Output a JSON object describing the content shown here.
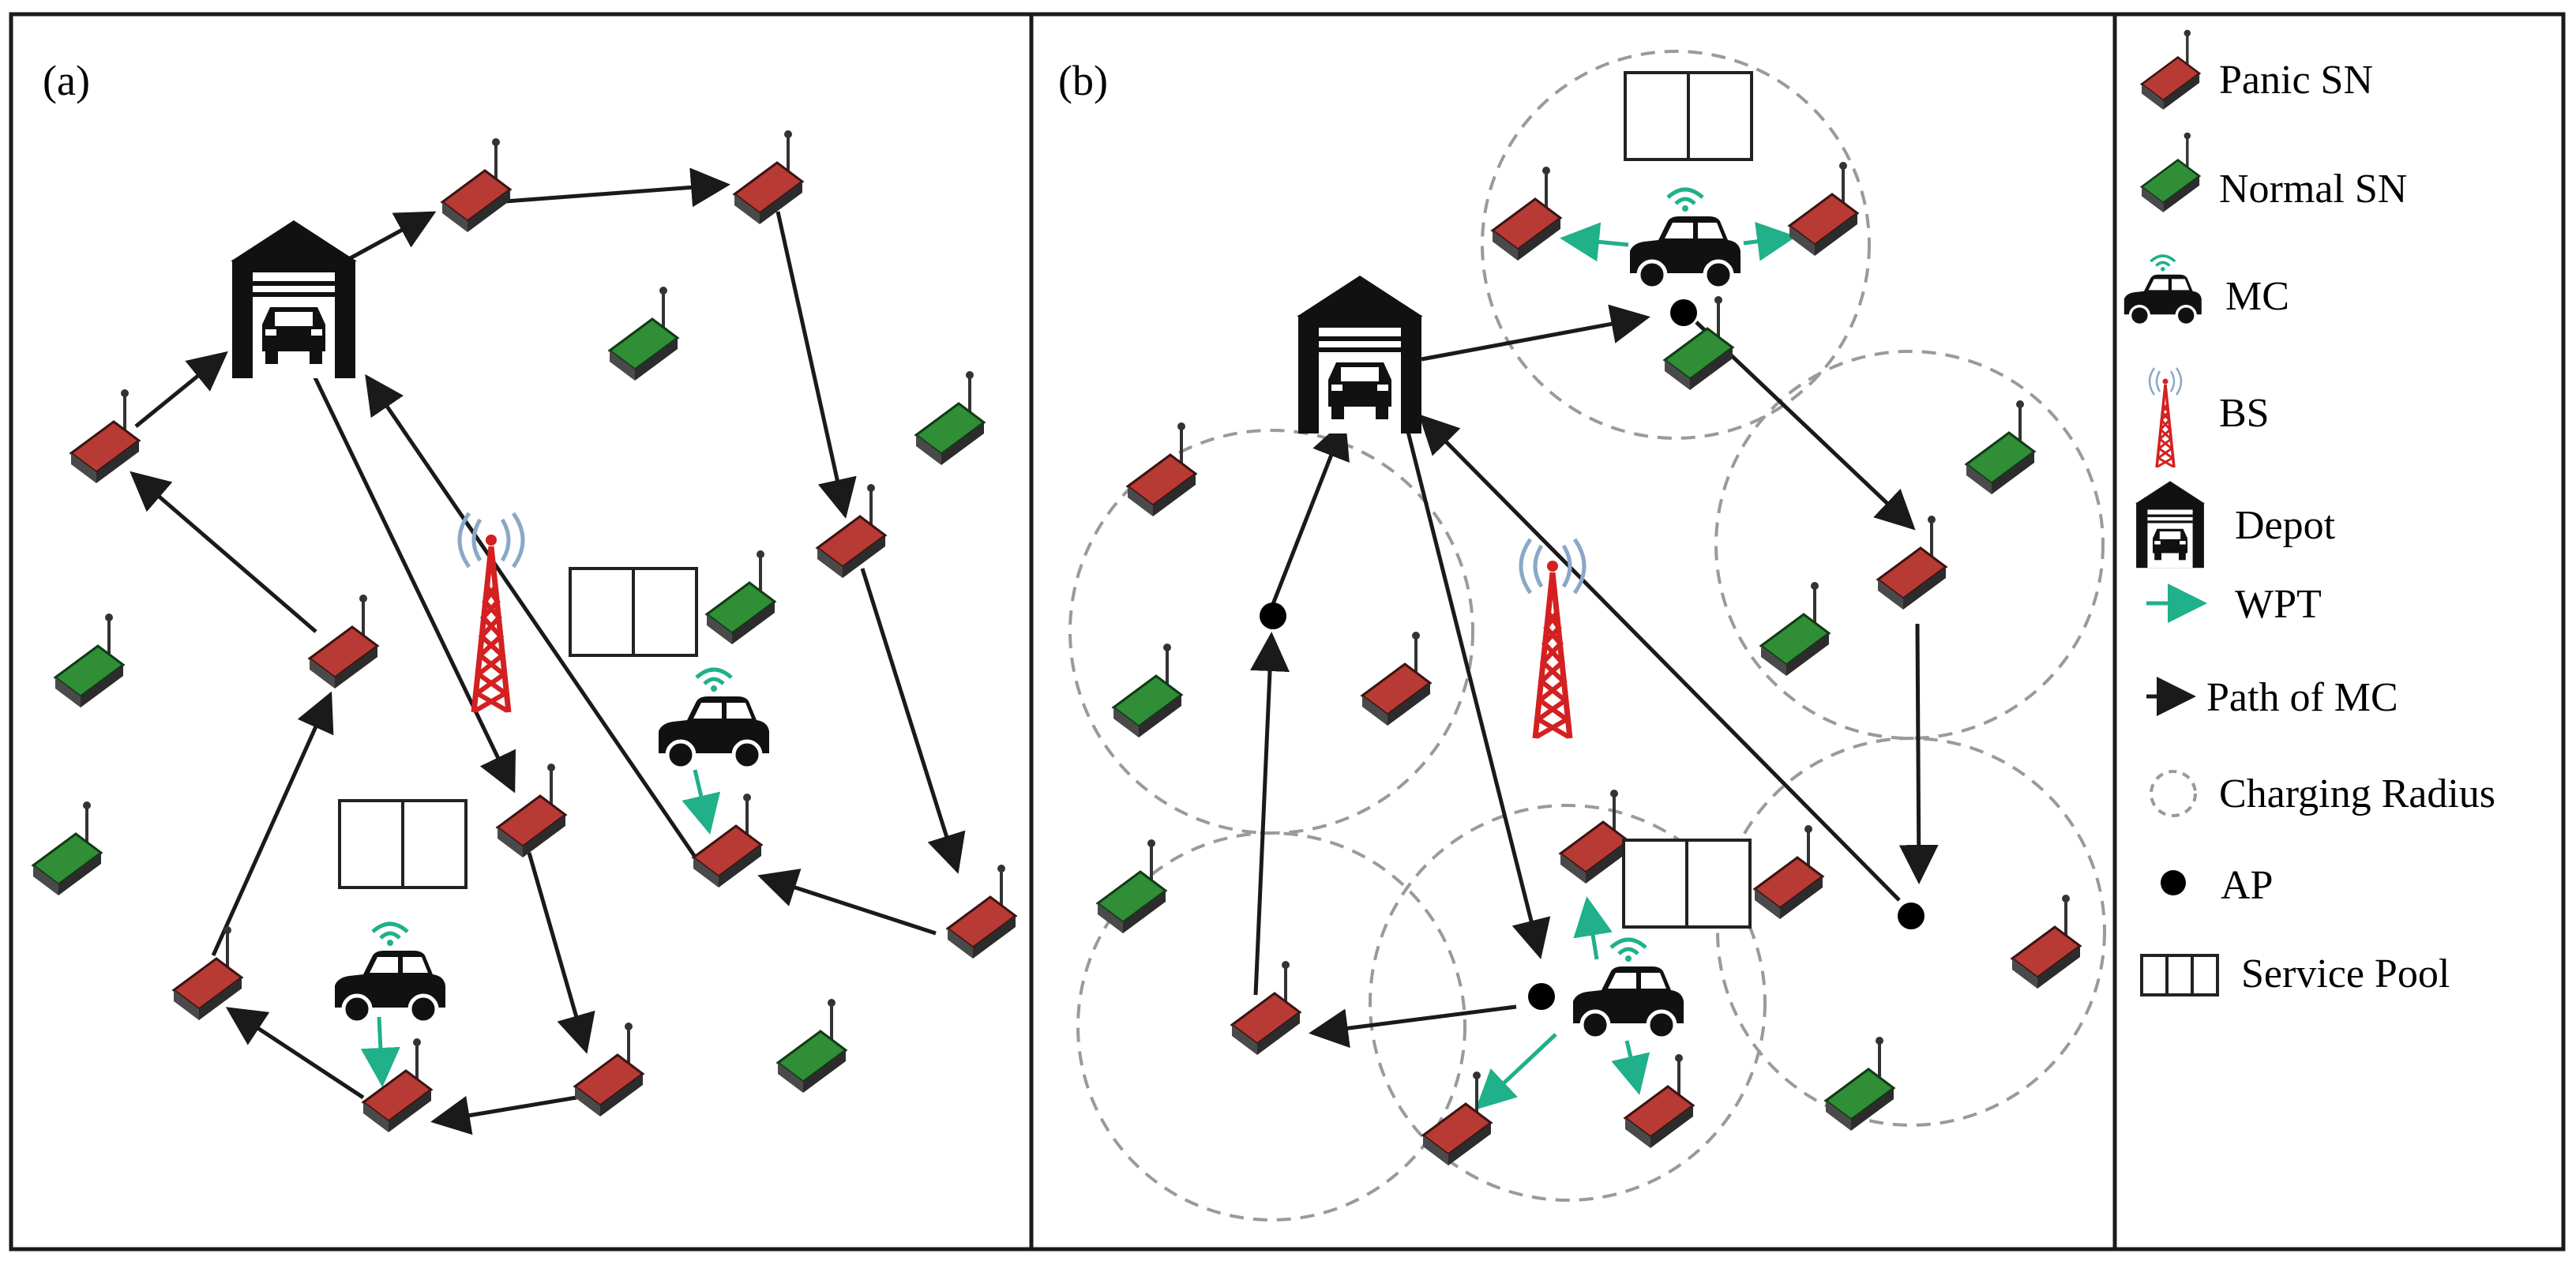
{
  "panels": [
    {
      "label": "(a)"
    },
    {
      "label": "(b)"
    }
  ],
  "legend": {
    "items": [
      {
        "icon": "panic-sensor-node-icon",
        "label": "Panic SN"
      },
      {
        "icon": "normal-sensor-node-icon",
        "label": "Normal SN"
      },
      {
        "icon": "mobile-charger-car-icon",
        "label": "MC"
      },
      {
        "icon": "base-station-tower-icon",
        "label": "BS"
      },
      {
        "icon": "depot-garage-icon",
        "label": "Depot"
      },
      {
        "icon": "wpt-arrow-icon",
        "label": "WPT"
      },
      {
        "icon": "path-arrow-icon",
        "label": "Path of MC"
      },
      {
        "icon": "charging-radius-circle-icon",
        "label": "Charging Radius"
      },
      {
        "icon": "anchor-point-dot-icon",
        "label": "AP"
      },
      {
        "icon": "service-pool-icon",
        "label": "Service Pool"
      }
    ]
  },
  "colors": {
    "panic_node": "#b83a34",
    "normal_node": "#2f8e36",
    "wpt_arrow": "#20b08a",
    "path_arrow": "#1a1a1a",
    "charging_radius": "#9a9a9a",
    "tower": "#d42020",
    "signal": "#8aa8c8"
  }
}
